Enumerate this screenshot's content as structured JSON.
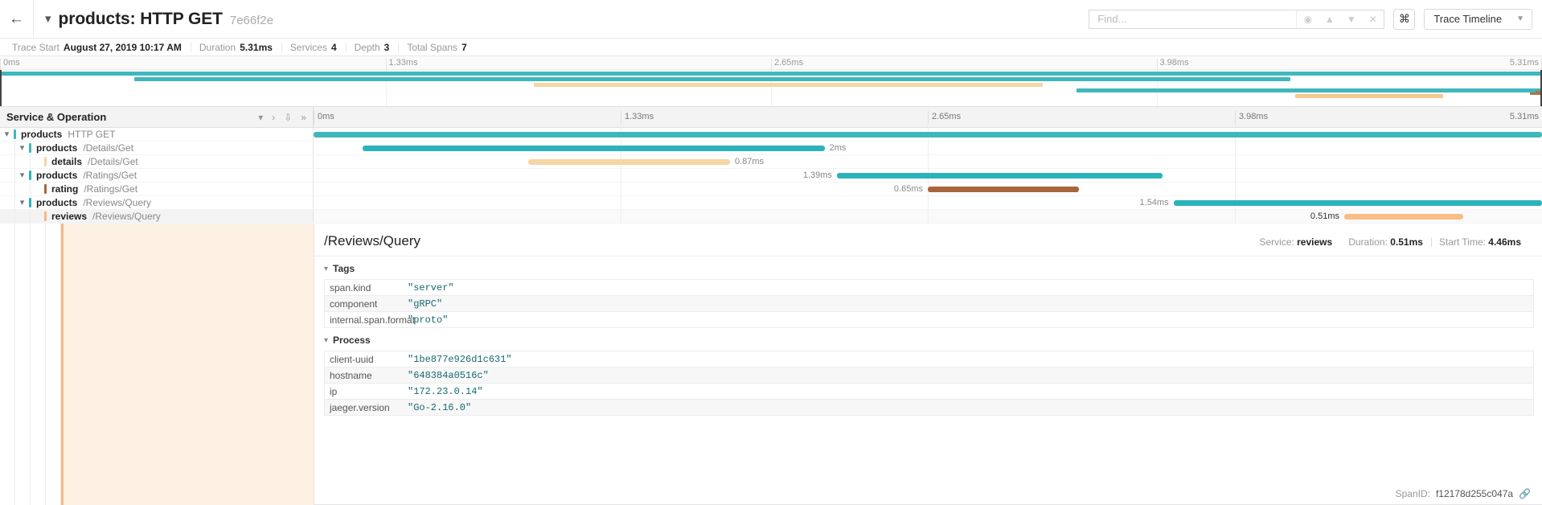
{
  "header": {
    "back_icon": "arrow-left-icon",
    "caret_icon": "chevron-down-icon",
    "title": "products: HTTP GET",
    "trace_id": "7e66f2e",
    "find_placeholder": "Find...",
    "find_value": "",
    "nav_icons": [
      "target-icon",
      "chevron-up-icon",
      "chevron-down-icon",
      "close-icon"
    ],
    "kbd_label": "⌘",
    "view_mode": "Trace Timeline",
    "view_chevron": "chevron-down-icon"
  },
  "meta": [
    {
      "key": "Trace Start",
      "value": "August 27, 2019 10:17 AM"
    },
    {
      "key": "Duration",
      "value": "5.31ms"
    },
    {
      "key": "Services",
      "value": "4"
    },
    {
      "key": "Depth",
      "value": "3"
    },
    {
      "key": "Total Spans",
      "value": "7"
    }
  ],
  "timeline": {
    "ticks": [
      "0ms",
      "1.33ms",
      "2.65ms",
      "3.98ms",
      "5.31ms"
    ],
    "tick_pct": [
      0,
      25,
      50,
      75,
      100
    ],
    "total_ms": 5.31
  },
  "minimap": {
    "bars": [
      {
        "start_pct": 0.0,
        "width_pct": 100.0,
        "color": "#3fb8bd"
      },
      {
        "start_pct": 8.7,
        "width_pct": 75.0,
        "color": "#3fb8bd"
      },
      {
        "start_pct": 34.6,
        "width_pct": 33.0,
        "color": "#f5d6a4"
      },
      {
        "start_pct": 85.0,
        "width_pct": 29.0,
        "color": "#3fb8bd"
      },
      {
        "start_pct": 99.2,
        "width_pct": 12.3,
        "color": "#b0744a"
      },
      {
        "start_pct": 69.8,
        "width_pct": 29.8,
        "color": "#3fb8bd"
      },
      {
        "start_pct": 84.0,
        "width_pct": 9.6,
        "color": "#f5c98f"
      }
    ]
  },
  "columns": {
    "left_title": "Service & Operation",
    "header_icons": [
      "chevron-down-icon",
      "chevron-right-icon",
      "double-chevron-down-icon",
      "double-chevron-right-icon"
    ]
  },
  "spans": [
    {
      "depth": 0,
      "caret": "chevron-down-icon",
      "expanded": true,
      "service": "products",
      "operation": "HTTP GET",
      "service_color": "#3fb8bd",
      "bar": {
        "start_pct": 0.0,
        "width_pct": 100.0,
        "color": "#3fb8bd"
      },
      "label": "",
      "label_side": "right",
      "selected": false
    },
    {
      "depth": 1,
      "caret": "chevron-down-icon",
      "expanded": true,
      "service": "products",
      "operation": "/Details/Get",
      "service_color": "#3fb8bd",
      "bar": {
        "start_pct": 4.0,
        "width_pct": 37.6,
        "color": "#2bb3ba"
      },
      "label": "2ms",
      "label_side": "right",
      "selected": false
    },
    {
      "depth": 2,
      "caret": "",
      "expanded": false,
      "service": "details",
      "operation": "/Details/Get",
      "service_color": "#f5d6a4",
      "bar": {
        "start_pct": 17.5,
        "width_pct": 16.4,
        "color": "#f5d6a4"
      },
      "label": "0.87ms",
      "label_side": "right",
      "selected": false
    },
    {
      "depth": 1,
      "caret": "chevron-down-icon",
      "expanded": true,
      "service": "products",
      "operation": "/Ratings/Get",
      "service_color": "#2bb3ba",
      "bar": {
        "start_pct": 42.6,
        "width_pct": 26.5,
        "color": "#2bb3ba"
      },
      "label": "1.39ms",
      "label_side": "left",
      "selected": false
    },
    {
      "depth": 2,
      "caret": "",
      "expanded": false,
      "service": "rating",
      "operation": "/Ratings/Get",
      "service_color": "#a8663a",
      "bar": {
        "start_pct": 50.0,
        "width_pct": 12.3,
        "color": "#a8663a"
      },
      "label": "0.65ms",
      "label_side": "left",
      "selected": false
    },
    {
      "depth": 1,
      "caret": "chevron-down-icon",
      "expanded": true,
      "service": "products",
      "operation": "/Reviews/Query",
      "service_color": "#2bb3ba",
      "bar": {
        "start_pct": 70.0,
        "width_pct": 30.0,
        "color": "#2bb3ba"
      },
      "label": "1.54ms",
      "label_side": "left",
      "selected": false
    },
    {
      "depth": 2,
      "caret": "",
      "expanded": false,
      "service": "reviews",
      "operation": "/Reviews/Query",
      "service_color": "#f5b97f",
      "bar": {
        "start_pct": 83.9,
        "width_pct": 9.7,
        "color": "#f9bd86"
      },
      "label": "0.51ms",
      "label_side": "left",
      "selected": true
    }
  ],
  "detail": {
    "title": "/Reviews/Query",
    "service_key": "Service:",
    "service_value": "reviews",
    "duration_key": "Duration:",
    "duration_value": "0.51ms",
    "start_key": "Start Time:",
    "start_value": "4.46ms",
    "tags_label": "Tags",
    "tags_caret": "chevron-down-icon",
    "tags": [
      {
        "key": "span.kind",
        "value": "\"server\""
      },
      {
        "key": "component",
        "value": "\"gRPC\""
      },
      {
        "key": "internal.span.format",
        "value": "\"proto\""
      }
    ],
    "process_label": "Process",
    "process_caret": "chevron-down-icon",
    "process": [
      {
        "key": "client-uuid",
        "value": "\"1be877e926d1c631\""
      },
      {
        "key": "hostname",
        "value": "\"648384a0516c\""
      },
      {
        "key": "ip",
        "value": "\"172.23.0.14\""
      },
      {
        "key": "jaeger.version",
        "value": "\"Go-2.16.0\""
      }
    ],
    "spanid_label": "SpanID:",
    "spanid_value": "f12178d255c047a",
    "link_icon": "link-icon"
  },
  "colors": {
    "teal": "#3fb8bd",
    "teal_dark": "#2bb3ba",
    "sand": "#f5d6a4",
    "brown": "#a8663a",
    "orange": "#f9bd86",
    "selected_bg": "#fdf1e4",
    "selected_accent": "#f5b97f"
  }
}
